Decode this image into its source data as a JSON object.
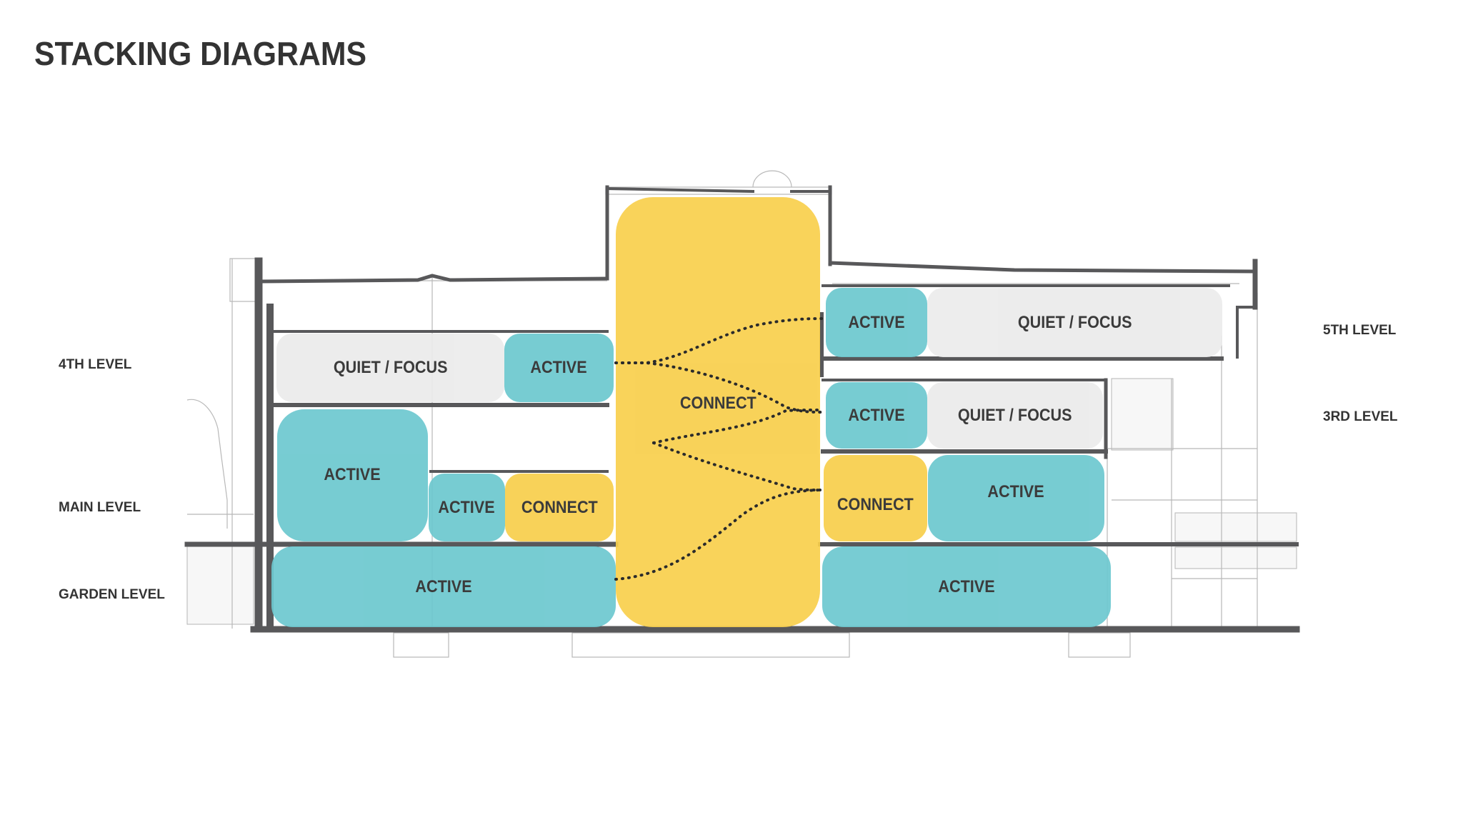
{
  "title": "STACKING DIAGRAMS",
  "colors": {
    "active": "#6cc8cf",
    "quiet_focus": "#ebebeb",
    "connect": "#f8cf4c",
    "structure": "#58585a",
    "text": "#333333"
  },
  "legend_types": [
    "ACTIVE",
    "QUIET / FOCUS",
    "CONNECT"
  ],
  "level_labels": {
    "left": [
      "4TH LEVEL",
      "MAIN LEVEL",
      "GARDEN LEVEL"
    ],
    "right": [
      "5TH LEVEL",
      "3RD LEVEL"
    ]
  },
  "zones": {
    "left_4th_quiet": "QUIET / FOCUS",
    "left_4th_active": "ACTIVE",
    "left_main_active_large": "ACTIVE",
    "left_main_active_small": "ACTIVE",
    "left_main_connect": "CONNECT",
    "left_garden_active": "ACTIVE",
    "central_connect": "CONNECT",
    "right_5th_active": "ACTIVE",
    "right_5th_quiet": "QUIET / FOCUS",
    "right_3rd_active": "ACTIVE",
    "right_3rd_quiet": "QUIET / FOCUS",
    "right_main_connect": "CONNECT",
    "right_main_active": "ACTIVE",
    "right_garden_active": "ACTIVE"
  }
}
